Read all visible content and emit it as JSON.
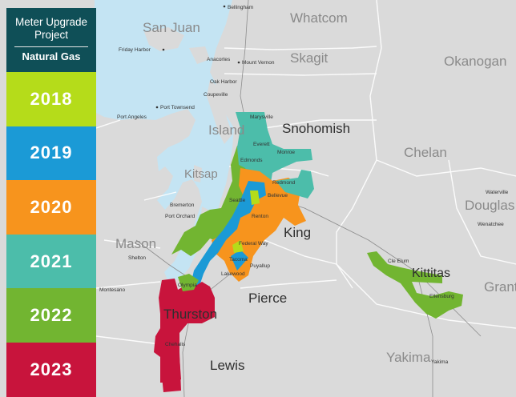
{
  "legend": {
    "title": "Meter Upgrade Project",
    "subtitle": "Natural Gas",
    "items": [
      {
        "year": "2018",
        "color": "#b5dc1a"
      },
      {
        "year": "2019",
        "color": "#1b9ad6"
      },
      {
        "year": "2020",
        "color": "#f7941d"
      },
      {
        "year": "2021",
        "color": "#4cbdaa"
      },
      {
        "year": "2022",
        "color": "#72b531"
      },
      {
        "year": "2023",
        "color": "#c8143c"
      }
    ]
  },
  "counties": {
    "whatcom": "Whatcom",
    "san_juan": "San Juan",
    "skagit": "Skagit",
    "okanogan": "Okanogan",
    "island": "Island",
    "snohomish": "Snohomish",
    "chelan": "Chelan",
    "kitsap": "Kitsap",
    "douglas": "Douglas",
    "king": "King",
    "mason": "Mason",
    "kittitas": "Kittitas",
    "grant": "Grant",
    "pierce": "Pierce",
    "thurston": "Thurston",
    "lewis": "Lewis",
    "yakima": "Yakima"
  },
  "cities": {
    "bellingham": "Bellingham",
    "friday_harbor": "Friday Harbor",
    "anacortes": "Anacortes",
    "mount_vernon": "Mount Vernon",
    "oak_harbor": "Oak Harbor",
    "coupeville": "Coupeville",
    "port_townsend": "Port Townsend",
    "port_angeles": "Port Angeles",
    "marysville": "Marysville",
    "everett": "Everett",
    "monroe": "Monroe",
    "edmonds": "Edmonds",
    "redmond": "Redmond",
    "bellevue": "Bellevue",
    "seattle": "Seattle",
    "bremerton": "Bremerton",
    "port_orchard": "Port Orchard",
    "renton": "Renton",
    "waterville": "Waterville",
    "wenatchee": "Wenatchee",
    "federal_way": "Federal Way",
    "shelton": "Shelton",
    "tacoma": "Tacoma",
    "puyallup": "Puyallup",
    "lakewood": "Lakewood",
    "olympia": "Olympia",
    "cle_elum": "Cle Elum",
    "ellensburg": "Ellensburg",
    "montesano": "Montesano",
    "chehalis": "Chehalis",
    "yakima": "Yakima"
  }
}
